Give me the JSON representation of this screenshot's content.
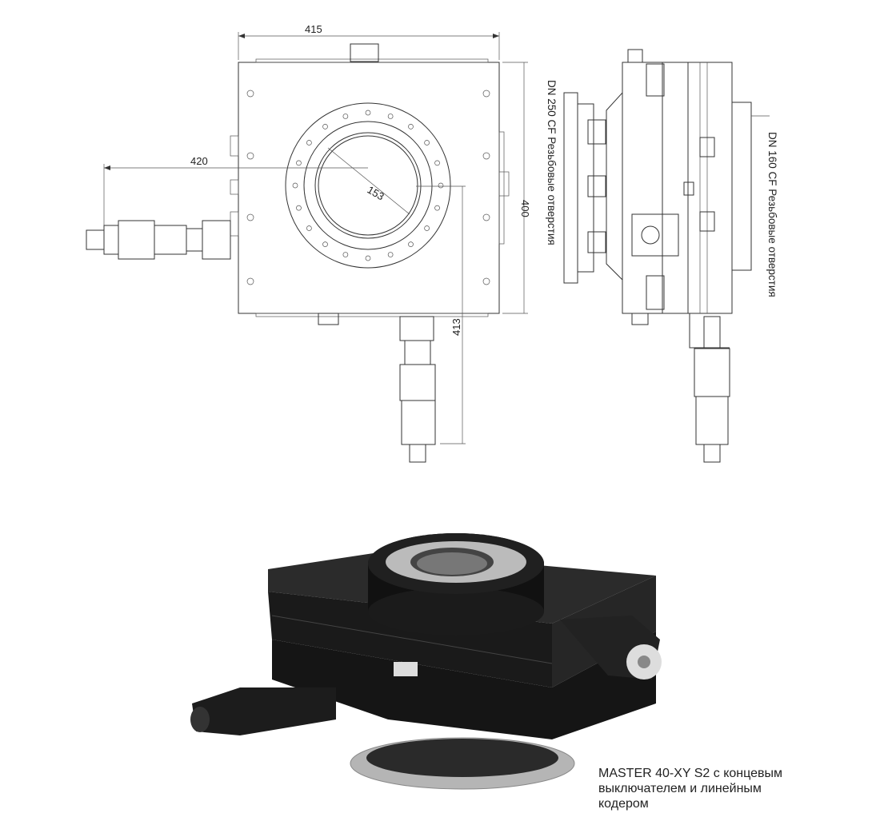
{
  "dimensions": {
    "width_top": "415",
    "height_right": "400",
    "motor_offset": "420",
    "radius": "153",
    "bottom_motor": "413"
  },
  "labels": {
    "flange_large": "DN 250 CF Резьбовые отверстия",
    "flange_small": "DN 160 CF Резьбовые отверстия"
  },
  "caption": {
    "line1": "MASTER 40-XY S2 с концевым",
    "line2": "выключателем и линейным",
    "line3": "кодером"
  },
  "colors": {
    "body": "#1e1e1e",
    "flange": "#b8b8b8"
  }
}
